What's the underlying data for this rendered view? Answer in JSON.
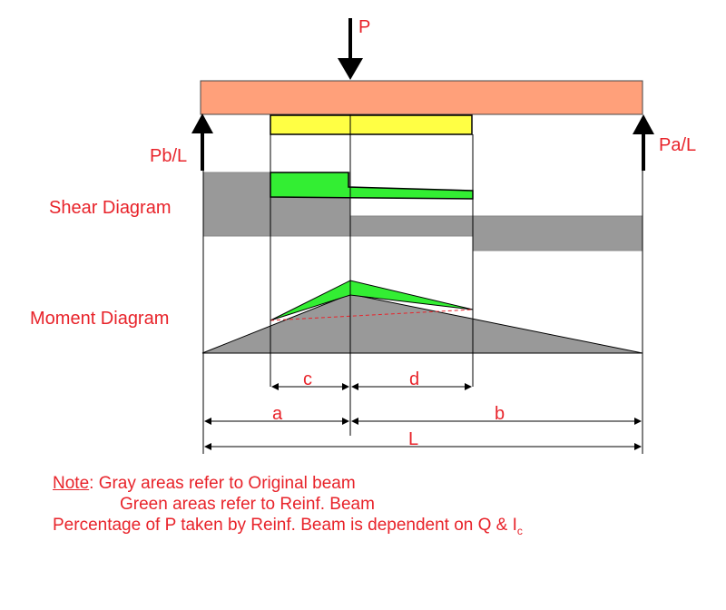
{
  "labels": {
    "load": "P",
    "left_reaction": "Pb/L",
    "right_reaction": "Pa/L",
    "shear": "Shear Diagram",
    "moment": "Moment Diagram",
    "dim_c": "c",
    "dim_d": "d",
    "dim_a": "a",
    "dim_b": "b",
    "dim_L": "L"
  },
  "note": {
    "heading": "Note",
    "line1_rest": ":  Gray areas refer to Original beam",
    "line2": "Green areas refer to Reinf. Beam",
    "line3_main": "Percentage of P taken by Reinf. Beam is dependent on Q & I",
    "line3_sub": "c"
  },
  "colors": {
    "beam": "#ffa07a",
    "reinforcement": "#ffff44",
    "original_area": "#999999",
    "reinforced_area": "#33ee33",
    "text": "#e8232a"
  }
}
